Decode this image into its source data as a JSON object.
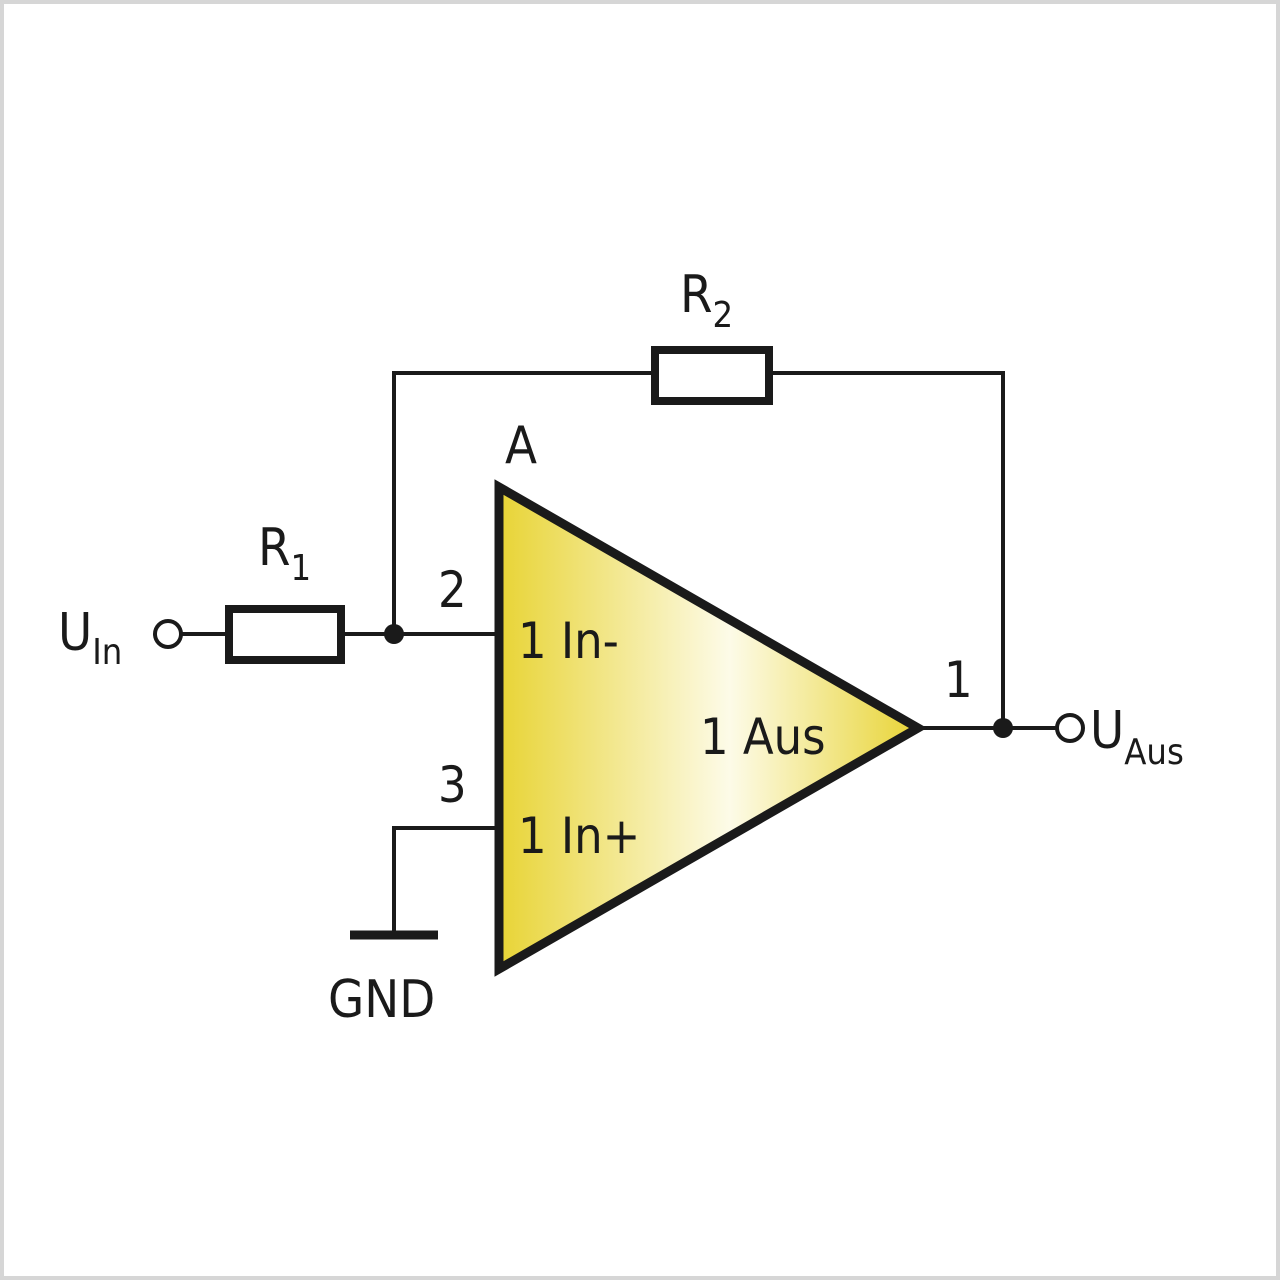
{
  "labels": {
    "r1_main": "R",
    "r1_sub": "1",
    "r2_main": "R",
    "r2_sub": "2",
    "amp": "A",
    "uin_main": "U",
    "uin_sub": "In",
    "uaus_main": "U",
    "uaus_sub": "Aus",
    "gnd": "GND",
    "pin_2": "2",
    "pin_3": "3",
    "pin_1": "1",
    "in_minus": "1 In-",
    "in_plus": "1 In+",
    "out": "1 Aus"
  },
  "colors": {
    "amp_fill_edge": "#e8d435",
    "amp_fill_center": "#fdfbe8",
    "line": "#1a1a1a",
    "frame": "#d6d6d6"
  }
}
